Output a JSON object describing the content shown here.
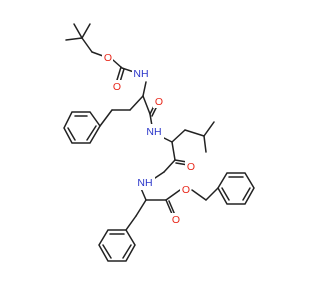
{
  "molecule": {
    "atom_labels": {
      "o1": "O",
      "o2": "O",
      "n1": "NH",
      "o3": "O",
      "n2": "NH",
      "o4": "O",
      "n3": "NH",
      "o5": "O",
      "o6": "O"
    },
    "colors": {
      "bond": "#222222",
      "oxygen": "#e8271a",
      "nitrogen": "#2a35c9",
      "background": "#ffffff"
    }
  }
}
